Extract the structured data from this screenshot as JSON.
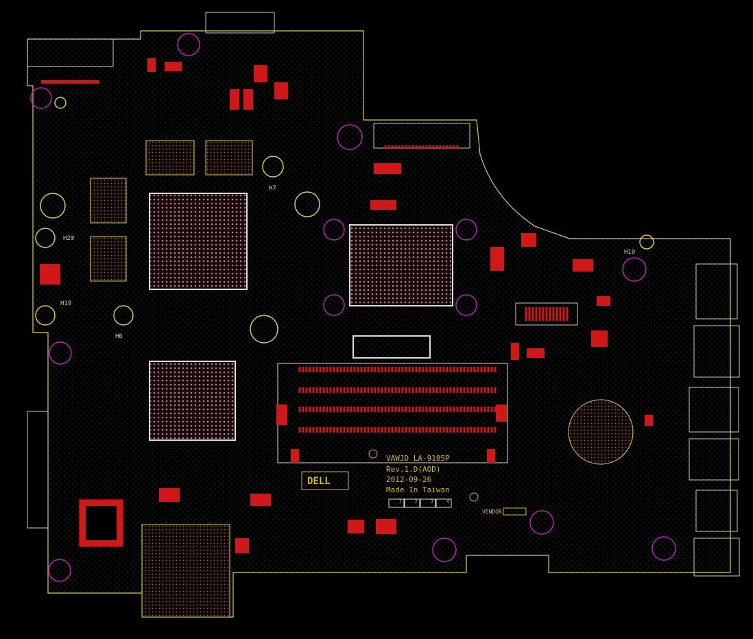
{
  "board": {
    "model_line": "VAWJD LA-9105P",
    "rev_line": "Rev.1.D(AOD)",
    "date_line": "2012-09-26",
    "origin_line": "Made In Taiwan",
    "logo_text": "DELL",
    "vendor_label": "VENDOR",
    "pad_numbers": [
      "1",
      "2",
      "3",
      "4"
    ]
  },
  "holes": {
    "h7": "H7",
    "h20": "H20",
    "h19": "H19",
    "h6": "H6",
    "h10": "H10"
  },
  "colors": {
    "outline": "#e0d040",
    "pad": "#d01818",
    "hole": "#c020c0",
    "silk": "#d8b830",
    "bga": "#b08080"
  }
}
